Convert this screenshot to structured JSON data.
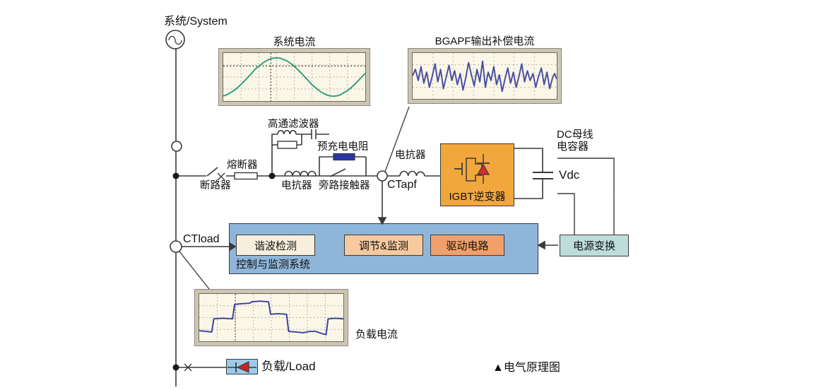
{
  "diagram": {
    "caption": "▲电气原理图",
    "source_label": "系统/System",
    "scopes": {
      "system_current": {
        "title": "系统电流"
      },
      "apf_output": {
        "title": "BGAPF输出补偿电流"
      },
      "load_current": {
        "title": "负载电流"
      }
    },
    "labels": {
      "breaker": "断路器",
      "fuse": "熔断器",
      "high_pass_filter": "高通滤波器",
      "precharge_resistor": "预充电电阻",
      "reactor_main": "电抗器",
      "bypass_contactor": "旁路接触器",
      "ct_apf": "CTapf",
      "ct_load": "CTload",
      "reactor_output": "电抗器",
      "dc_bus_line1": "DC母线",
      "dc_bus_line2": "电容器",
      "vdc": "Vdc",
      "load": "负载/Load"
    },
    "blocks": {
      "igbt_inverter": "IGBT逆变器",
      "power_conversion": "电源变换"
    },
    "control_system": {
      "label": "控制与监测系统",
      "modules": [
        {
          "label": "谐波检测"
        },
        {
          "label": "调节&监测"
        },
        {
          "label": "驱动电路"
        }
      ]
    },
    "colors": {
      "igbt_box": "#F2A73D",
      "control_box": "#8FB6D9",
      "harmonic_box": "#F7EEDC",
      "regulate_box": "#F6C99F",
      "drive_box": "#F2A06B",
      "power_box": "#BDDDDA",
      "load_box": "#9CCBEA",
      "precharge_fill": "#2A35A8",
      "system_wave": "#2F9F80",
      "apf_wave": "#4B4F9F",
      "load_wave": "#3C3FA0"
    }
  }
}
